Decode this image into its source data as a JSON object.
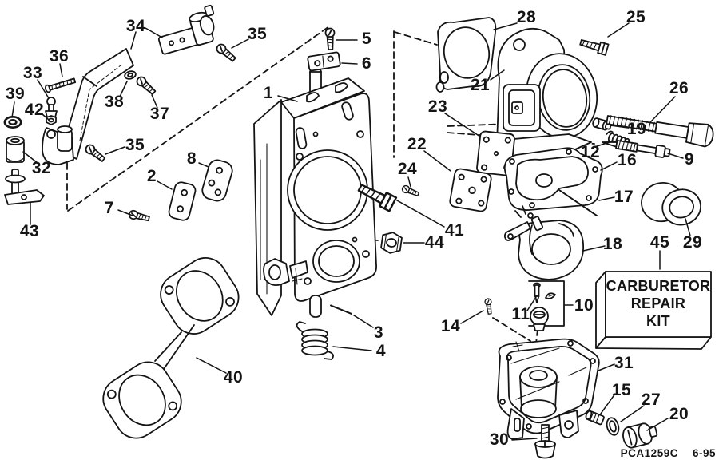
{
  "colors": {
    "ink": "#141414",
    "background": "#ffffff"
  },
  "footer": {
    "code": "PCA1259C",
    "date": "6-95"
  },
  "kit_box": {
    "line1": "CARBURETOR",
    "line2": "REPAIR",
    "line3": "KIT"
  },
  "callouts": [
    {
      "label": "1"
    },
    {
      "label": "2"
    },
    {
      "label": "3"
    },
    {
      "label": "4"
    },
    {
      "label": "5"
    },
    {
      "label": "6"
    },
    {
      "label": "7"
    },
    {
      "label": "8"
    },
    {
      "label": "9"
    },
    {
      "label": "10"
    },
    {
      "label": "11"
    },
    {
      "label": "12"
    },
    {
      "label": "14"
    },
    {
      "label": "15"
    },
    {
      "label": "16"
    },
    {
      "label": "17"
    },
    {
      "label": "18"
    },
    {
      "label": "19"
    },
    {
      "label": "20"
    },
    {
      "label": "21"
    },
    {
      "label": "22"
    },
    {
      "label": "23"
    },
    {
      "label": "24"
    },
    {
      "label": "25"
    },
    {
      "label": "26"
    },
    {
      "label": "27"
    },
    {
      "label": "28"
    },
    {
      "label": "29"
    },
    {
      "label": "30"
    },
    {
      "label": "31"
    },
    {
      "label": "32"
    },
    {
      "label": "33"
    },
    {
      "label": "34"
    },
    {
      "label": "35"
    },
    {
      "label": "35"
    },
    {
      "label": "36"
    },
    {
      "label": "37"
    },
    {
      "label": "38"
    },
    {
      "label": "39"
    },
    {
      "label": "40"
    },
    {
      "label": "41"
    },
    {
      "label": "42"
    },
    {
      "label": "43"
    },
    {
      "label": "44"
    },
    {
      "label": "45"
    }
  ]
}
